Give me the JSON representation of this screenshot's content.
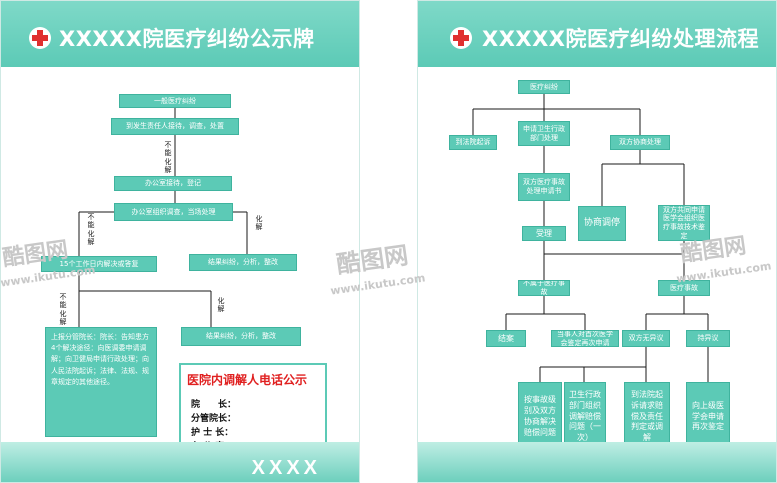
{
  "left": {
    "title": "XXXXX院医疗纠纷公示牌",
    "footer": "XXXX",
    "nodes": {
      "n1": "一般医疗纠纷",
      "n2": "到发生责任人接待，调查，处置",
      "n3": "办公室接待，登记",
      "n4": "办公室组织调查，当场处理",
      "n5": "15个工作日内解决或答复",
      "n6": "结果纠纷，分析，整改",
      "n7": "上报分管院长：院长：告知患方4个解决途径：向医调委申请调解；向卫健局申请行政处理；向人民法院起诉；法律、法规、规章规定的其他途径。",
      "n8": "结果纠纷，分析，整改"
    },
    "labels": {
      "l1": "不能化解",
      "l2": "不能化解",
      "l3": "化解",
      "l4": "不能化解",
      "l5": "化解"
    },
    "phone": {
      "title": "医院内调解人电话公示",
      "rows": [
        "院　　长：",
        "分管院长：",
        "护 士 长：",
        "办 公 室："
      ]
    }
  },
  "right": {
    "title": "XXXXX院医疗纠纷处理流程",
    "nodes": {
      "r1": "医疗纠纷",
      "r2": "到法院起诉",
      "r3": "申请卫生行政部门处理",
      "r4": "双方协商处理",
      "r5": "双方医疗事故处理申请书",
      "r6": "协商调停",
      "r7": "双方共同申请医学会组织医疗事故技术鉴定",
      "r8": "受理",
      "r9": "不属于医疗事故",
      "r10": "医疗事故",
      "r11": "结案",
      "r12": "当事人对首次医学会鉴定再次申请",
      "r13": "双方无异议",
      "r14": "持异议",
      "r15": "按事故级别及双方协商解决赔偿问题",
      "r16": "卫生行政部门组织调解赔偿问题（一次）",
      "r17": "到法院起诉请求赔偿及责任判定或调解",
      "r18": "向上级医学会申请再次鉴定"
    }
  },
  "watermarks": [
    "酷图网",
    "www.ikutu.com",
    "酷图网",
    "www.ikutu.com",
    "酷图网",
    "www.ikutu.com"
  ],
  "colors": {
    "accent": "#5ccab6",
    "line": "#1a1a1a",
    "cross": "#e03030",
    "phone_title": "#e02020"
  }
}
